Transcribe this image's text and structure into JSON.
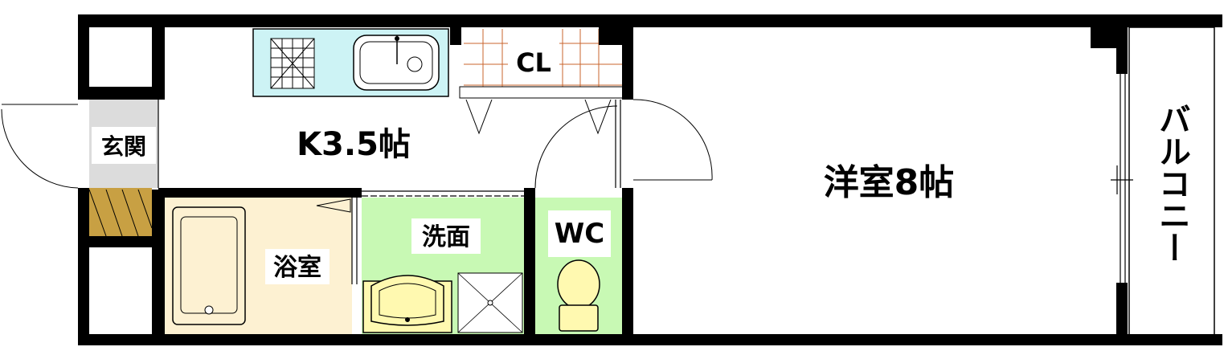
{
  "rooms": {
    "entrance": "玄関",
    "kitchen": "K3.5帖",
    "closet": "CL",
    "western_room": "洋室8帖",
    "bathroom": "浴室",
    "washroom": "洗面",
    "toilet": "WC",
    "balcony": "バルコニー"
  },
  "colors": {
    "wall": "#000000",
    "bathroom_fill": "#fdf1d2",
    "washroom_fill": "#c8f9b4",
    "toilet_fill": "#c8f9b4",
    "kitchen_counter": "#cdf3f5",
    "closet_grid": "#c8642c",
    "shoe_box": "#c8a043",
    "fixture_fill": "#fff9b0",
    "entrance_floor": "#dcdcdc"
  }
}
